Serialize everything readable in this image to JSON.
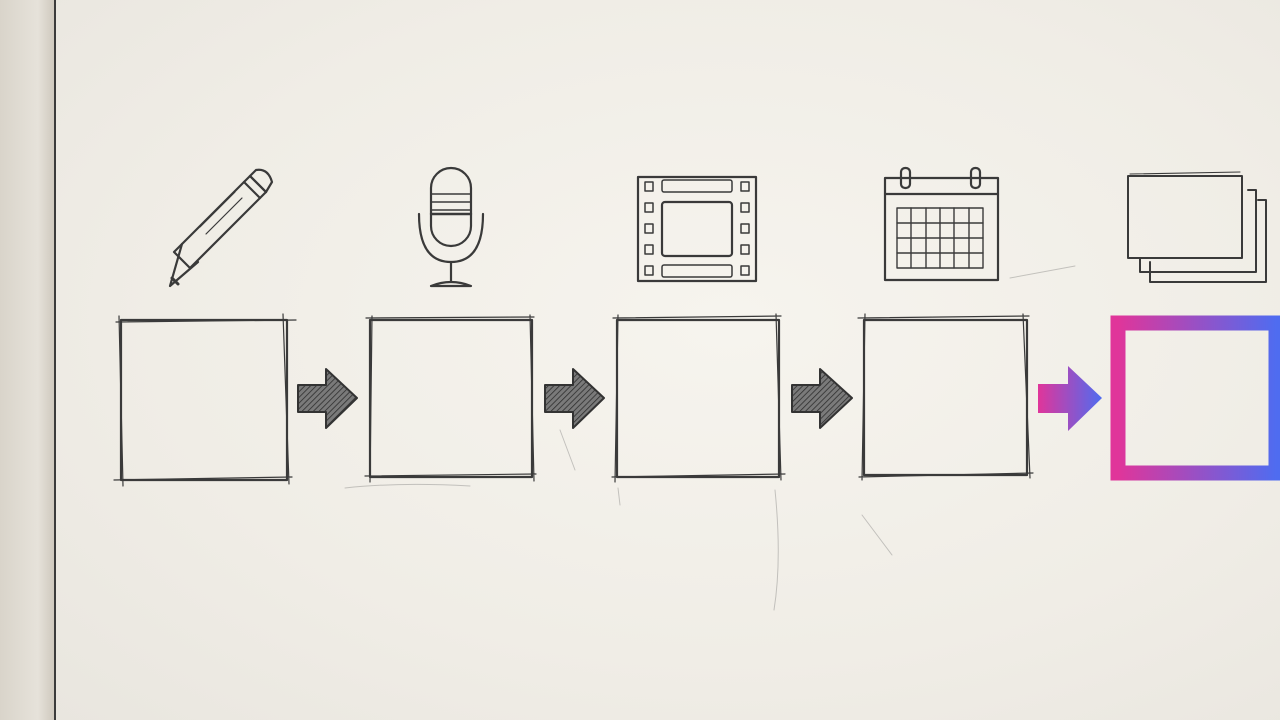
{
  "diagram": {
    "style": "pencil-sketch-notebook",
    "steps": [
      {
        "id": "step-1",
        "icon": "pencil-icon",
        "highlighted": false
      },
      {
        "id": "step-2",
        "icon": "microphone-icon",
        "highlighted": false
      },
      {
        "id": "step-3",
        "icon": "film-strip-icon",
        "highlighted": false
      },
      {
        "id": "step-4",
        "icon": "calendar-icon",
        "highlighted": false
      },
      {
        "id": "step-5",
        "icon": "stacked-cards-icon",
        "highlighted": true
      }
    ],
    "arrows": [
      {
        "from": "step-1",
        "to": "step-2",
        "highlighted": false
      },
      {
        "from": "step-2",
        "to": "step-3",
        "highlighted": false
      },
      {
        "from": "step-3",
        "to": "step-4",
        "highlighted": false
      },
      {
        "from": "step-4",
        "to": "step-5",
        "highlighted": true
      }
    ],
    "colors": {
      "pencil": "#3a3a3a",
      "arrow_fill": "#555555",
      "highlight_start": "#e0359a",
      "highlight_end": "#4f6cf0",
      "paper": "#f1eee7"
    }
  }
}
